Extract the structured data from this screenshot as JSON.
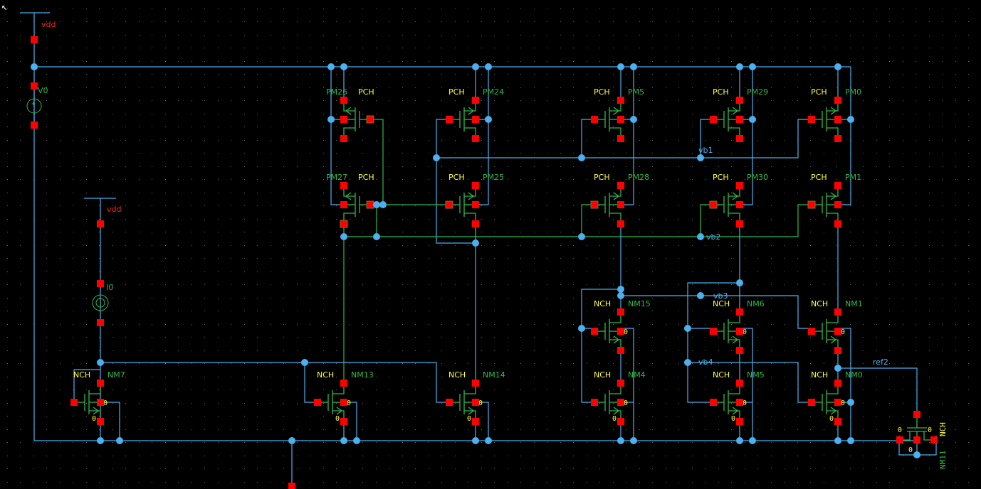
{
  "colors": {
    "wire": "#4ab0f0",
    "net_green": "#2fb84a",
    "pin": "#ff0000",
    "symbol": "#2fb84a",
    "model": "#ffff33",
    "instance": "#2fb84a",
    "netlabel": "#4ab0f0",
    "supply_label": "#ff2020",
    "grid": "#6a6a6a",
    "background": "#000000"
  },
  "supplies": [
    {
      "label": "vdd"
    },
    {
      "label": "vdd"
    }
  ],
  "sources": [
    {
      "name": "V0",
      "kind": "voltage"
    },
    {
      "name": "I0",
      "kind": "current"
    }
  ],
  "net_labels": [
    "vb1",
    "vb2",
    "vb3",
    "vb4",
    "ref2"
  ],
  "body_terminal_label": "0",
  "transistors": [
    {
      "name": "PM26",
      "model": "PCH"
    },
    {
      "name": "PM27",
      "model": "PCH"
    },
    {
      "name": "PM24",
      "model": "PCH"
    },
    {
      "name": "PM25",
      "model": "PCH"
    },
    {
      "name": "PM5",
      "model": "PCH"
    },
    {
      "name": "PM28",
      "model": "PCH"
    },
    {
      "name": "PM29",
      "model": "PCH"
    },
    {
      "name": "PM30",
      "model": "PCH"
    },
    {
      "name": "PM0",
      "model": "PCH"
    },
    {
      "name": "PM1",
      "model": "PCH"
    },
    {
      "name": "NM15",
      "model": "NCH"
    },
    {
      "name": "NM4",
      "model": "NCH"
    },
    {
      "name": "NM6",
      "model": "NCH"
    },
    {
      "name": "NM5",
      "model": "NCH"
    },
    {
      "name": "NM1",
      "model": "NCH"
    },
    {
      "name": "NM0",
      "model": "NCH"
    },
    {
      "name": "NM7",
      "model": "NCH"
    },
    {
      "name": "NM13",
      "model": "NCH"
    },
    {
      "name": "NM14",
      "model": "NCH"
    },
    {
      "name": "NM11",
      "model": "NCH"
    }
  ]
}
